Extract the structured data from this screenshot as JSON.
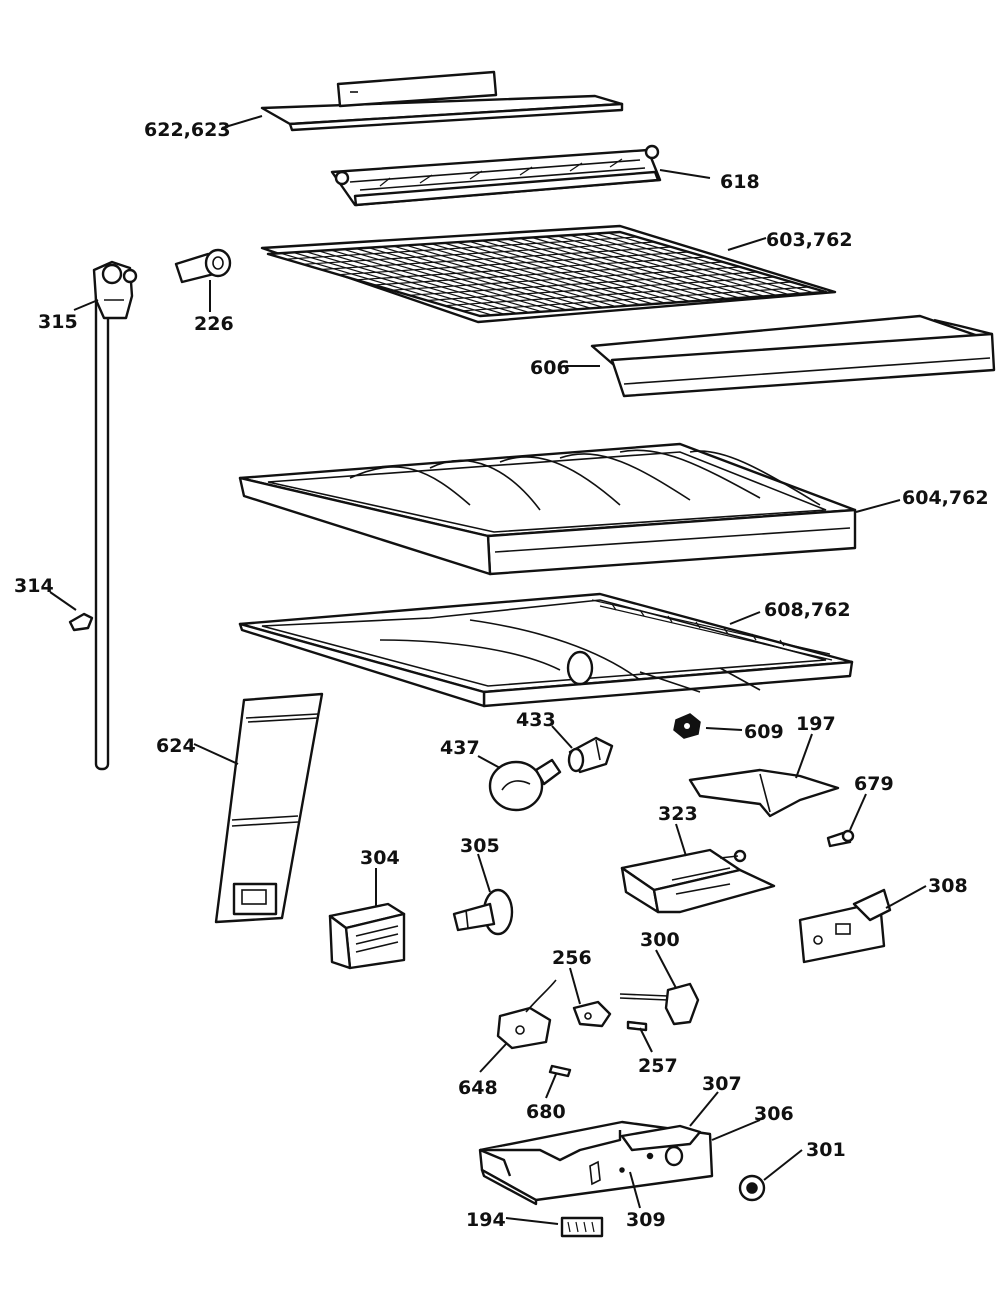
{
  "labels": {
    "p622": "622,623",
    "p618": "618",
    "p603": "603,762",
    "p315": "315",
    "p226": "226",
    "p606": "606",
    "p604": "604,762",
    "p314": "314",
    "p608": "608,762",
    "p624": "624",
    "p433": "433",
    "p437": "437",
    "p609": "609",
    "p197": "197",
    "p679": "679",
    "p323": "323",
    "p304": "304",
    "p305": "305",
    "p308": "308",
    "p300": "300",
    "p256": "256",
    "p257": "257",
    "p648": "648",
    "p680": "680",
    "p307": "307",
    "p306": "306",
    "p301": "301",
    "p194": "194",
    "p309": "309"
  },
  "colors": {
    "ink": "#111111",
    "paper": "#ffffff"
  }
}
